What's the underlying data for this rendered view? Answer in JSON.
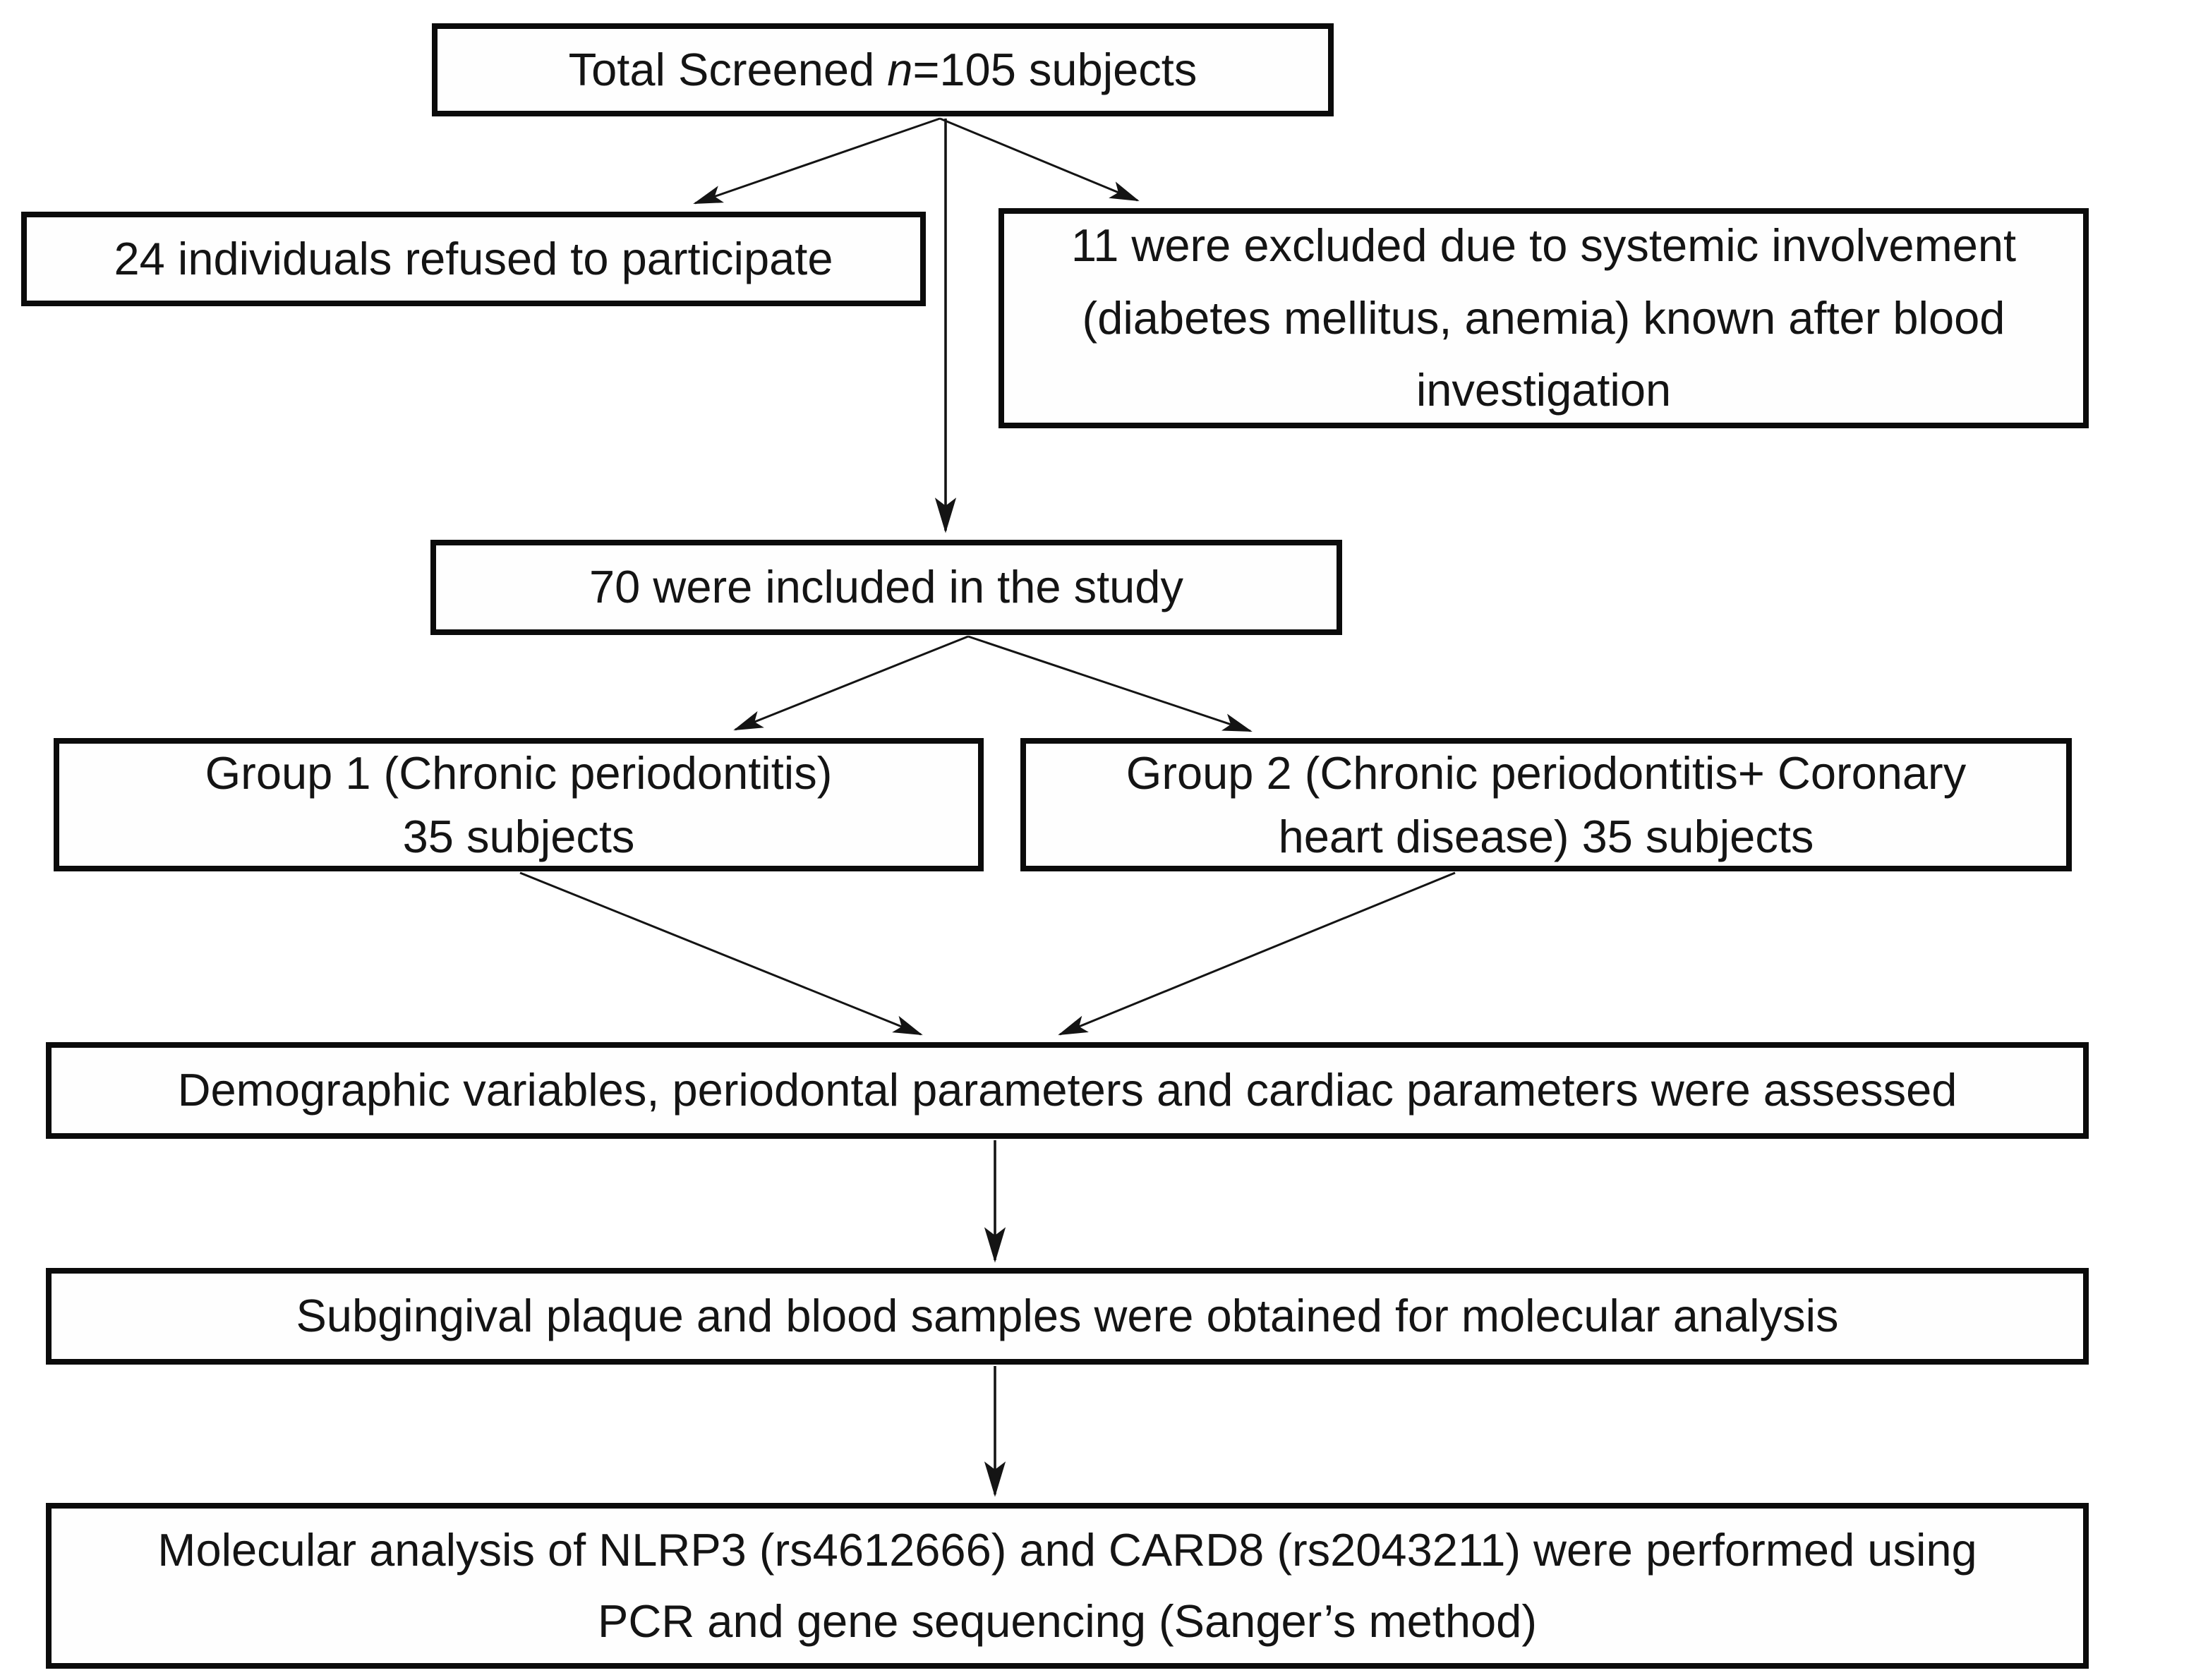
{
  "flowchart": {
    "title": "Study recruitment and analysis flowchart",
    "colors": {
      "box_border": "#0b0b0b",
      "text": "#141414",
      "background": "#ffffff",
      "arrow": "#141414"
    },
    "nodes": {
      "total_screened": {
        "pre": "Total Screened ",
        "var": "n",
        "post": "=105 subjects"
      },
      "refused": {
        "lines": [
          "24 individuals refused to participate"
        ]
      },
      "excluded": {
        "lines": [
          "11 were excluded due to systemic involvement",
          "(diabetes mellitus, anemia) known after blood",
          "investigation"
        ]
      },
      "included": {
        "lines": [
          "70 were included in the study"
        ]
      },
      "group1": {
        "lines": [
          "Group 1 (Chronic periodontitis)",
          "35 subjects"
        ]
      },
      "group2": {
        "lines": [
          "Group 2 (Chronic periodontitis+ Coronary",
          "heart disease) 35 subjects"
        ]
      },
      "assessed": {
        "lines": [
          "Demographic variables, periodontal parameters and cardiac parameters were assessed"
        ]
      },
      "samples": {
        "lines": [
          "Subgingival plaque and blood samples were obtained for molecular analysis"
        ]
      },
      "molecular": {
        "lines": [
          "Molecular analysis of NLRP3 (rs4612666) and CARD8 (rs2043211) were performed using",
          "PCR and gene sequencing (Sanger’s method)"
        ]
      }
    }
  }
}
